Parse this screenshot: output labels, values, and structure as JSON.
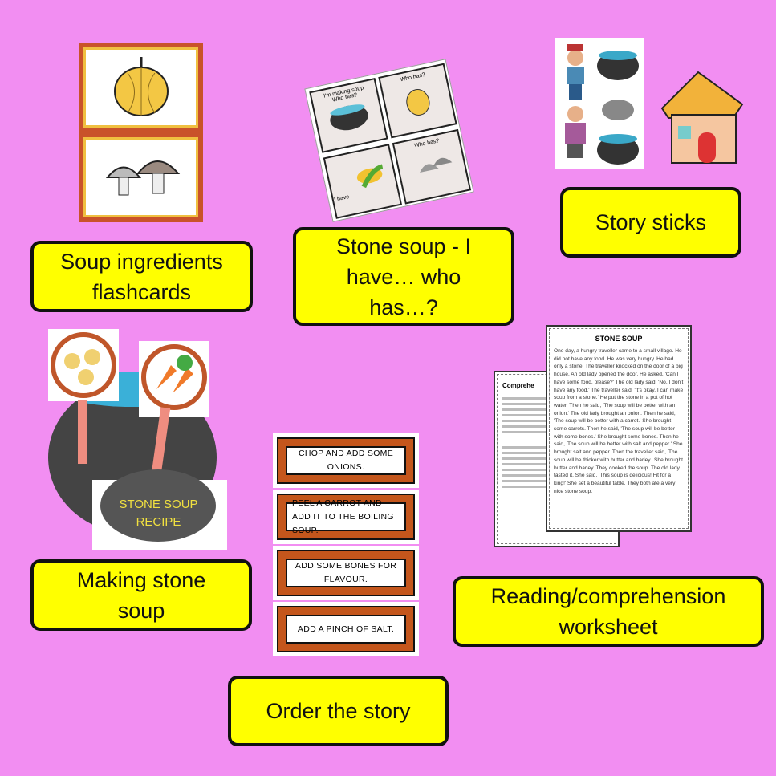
{
  "colors": {
    "background": "#f28ef2",
    "label_bg": "#ffff00",
    "order_border": "#c4561c"
  },
  "labels": {
    "flashcards": "Soup ingredients flashcards",
    "i_have": "Stone soup - I have… who has…?",
    "story_sticks": "Story sticks",
    "making_soup": "Making stone soup",
    "worksheet": "Reading/comprehension worksheet",
    "order": "Order the story"
  },
  "i_have_cards": {
    "making": "I'm making soup",
    "who_has": "Who has?",
    "i_have": "I have"
  },
  "recipe": {
    "title": "STONE SOUP RECIPE"
  },
  "order_cards": [
    "CHOP AND ADD SOME ONIONS.",
    "PEEL A CARROT AND ADD IT TO THE BOILING SOUP.",
    "ADD SOME BONES FOR FLAVOUR.",
    "ADD A PINCH OF SALT."
  ],
  "worksheet": {
    "title": "STONE SOUP",
    "story": "One day, a hungry traveller came to a small village. He did not have any food. He was very hungry. He had only a stone. The traveller knocked on the door of a big house. An old lady opened the door. He asked, 'Can I have some food, please?' The old lady said, 'No, I don't have any food.' The traveller said, 'It's okay. I can make soup from a stone.' He put the stone in a pot of hot water. Then he said, 'The soup will be better with an onion.' The old lady brought an onion. Then he said, 'The soup will be better with a carrot.' She brought some carrots. Then he said, 'The soup will be better with some bones.' She brought some bones. Then he said, 'The soup will be better with salt and pepper.' She brought salt and pepper. Then the traveller said, 'The soup will be thicker with butter and barley.' She brought butter and barley. They cooked the soup. The old lady tasted it. She said, 'This soup is delicious! Fit for a king!' She set a beautiful table. They both ate a very nice stone soup.",
    "comprehension_title": "Comprehe"
  },
  "icons": [
    "onion",
    "mushroom",
    "pot",
    "corn",
    "traveller",
    "old-lady",
    "stone",
    "house",
    "carrot"
  ]
}
